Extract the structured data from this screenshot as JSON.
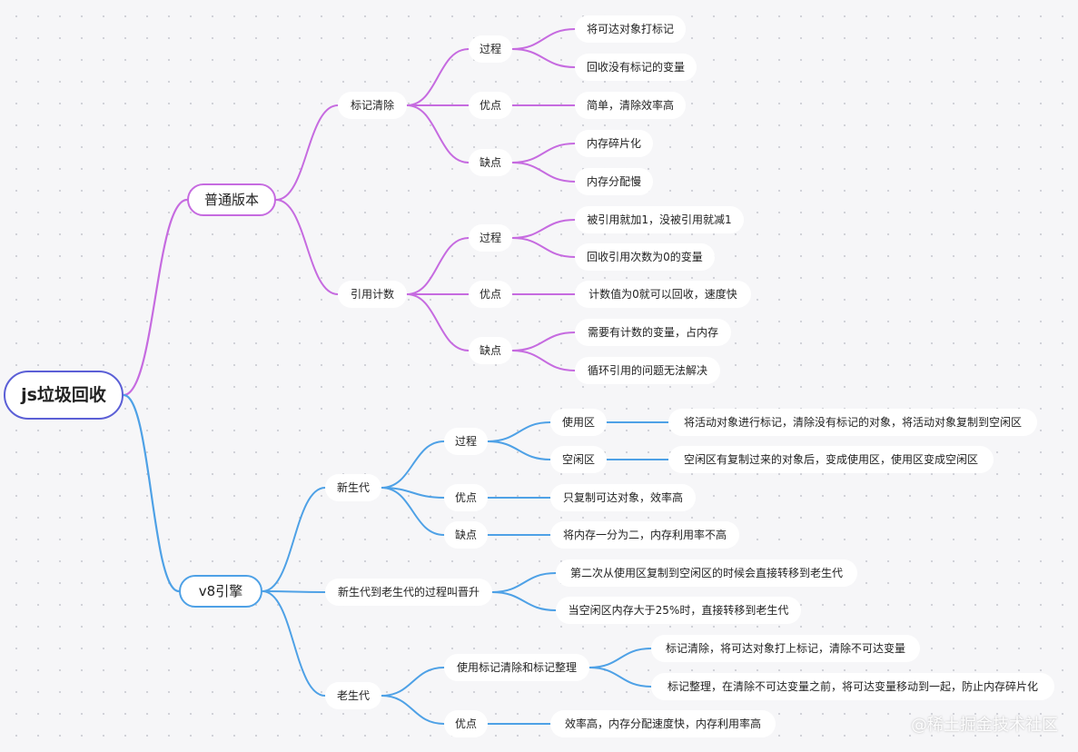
{
  "root": "js垃圾回收",
  "colors": {
    "purple_branch": "#c66be0",
    "blue_branch": "#4ea1e6",
    "root_border": "#5b5fd6"
  },
  "branches": {
    "normal": {
      "label": "普通版本",
      "mark_sweep": {
        "label": "标记清除",
        "process": {
          "label": "过程",
          "items": [
            "将可达对象打标记",
            "回收没有标记的变量"
          ]
        },
        "pros": {
          "label": "优点",
          "items": [
            "简单，清除效率高"
          ]
        },
        "cons": {
          "label": "缺点",
          "items": [
            "内存碎片化",
            "内存分配慢"
          ]
        }
      },
      "ref_count": {
        "label": "引用计数",
        "process": {
          "label": "过程",
          "items": [
            "被引用就加1，没被引用就减1",
            "回收引用次数为0的变量"
          ]
        },
        "pros": {
          "label": "优点",
          "items": [
            "计数值为0就可以回收，速度快"
          ]
        },
        "cons": {
          "label": "缺点",
          "items": [
            "需要有计数的变量，占内存",
            "循环引用的问题无法解决"
          ]
        }
      }
    },
    "v8": {
      "label": "v8引擎",
      "young": {
        "label": "新生代",
        "process": {
          "label": "过程",
          "from": {
            "label": "使用区",
            "desc": "将活动对象进行标记，清除没有标记的对象，将活动对象复制到空闲区"
          },
          "to": {
            "label": "空闲区",
            "desc": "空闲区有复制过来的对象后，变成使用区，使用区变成空闲区"
          }
        },
        "pros": {
          "label": "优点",
          "items": [
            "只复制可达对象，效率高"
          ]
        },
        "cons": {
          "label": "缺点",
          "items": [
            "将内存一分为二，内存利用率不高"
          ]
        }
      },
      "promotion": {
        "label": "新生代到老生代的过程叫晋升",
        "items": [
          "第二次从使用区复制到空闲区的时候会直接转移到老生代",
          "当空闲区内存大于25%时，直接转移到老生代"
        ]
      },
      "old": {
        "label": "老生代",
        "method": {
          "label": "使用标记清除和标记整理",
          "items": [
            "标记清除，将可达对象打上标记，清除不可达变量",
            "标记整理，在清除不可达变量之前，将可达变量移动到一起，防止内存碎片化"
          ]
        },
        "pros": {
          "label": "优点",
          "items": [
            "效率高，内存分配速度快，内存利用率高"
          ]
        }
      }
    }
  },
  "watermark": "@稀土掘金技术社区"
}
